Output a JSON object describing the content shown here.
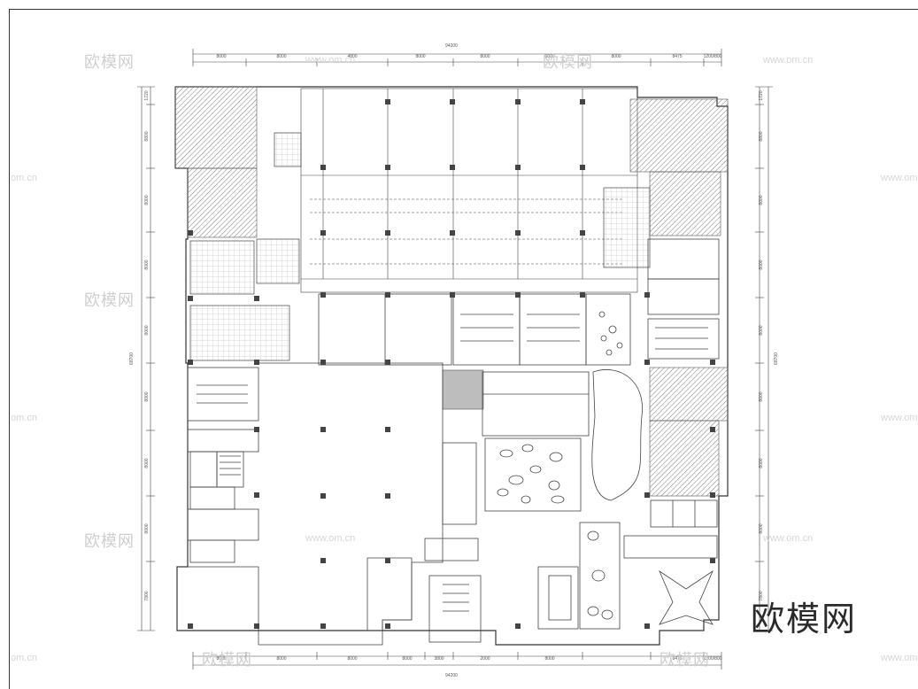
{
  "brand": {
    "name": "欧模网"
  },
  "watermark": {
    "logo_text": "欧模网",
    "url_text": "www.om.cn",
    "url_fragment": "om.cn"
  },
  "dimensions": {
    "top_total": "94200",
    "top_segments": [
      "8000",
      "8000",
      "4800",
      "8000",
      "8000",
      "8000",
      "8000",
      "8475",
      "1200/800"
    ],
    "bottom_total": "94200",
    "bottom_segments": [
      "8000",
      "8000",
      "8000",
      "8000",
      "3800",
      "2000",
      "8000",
      "8475",
      "1200/800"
    ],
    "left_total": "68700",
    "left_segments": [
      "1720",
      "8800",
      "8000",
      "8000",
      "8000",
      "8000",
      "8000",
      "8000",
      "7800"
    ],
    "right_total": "68700",
    "right_segments": [
      "1720",
      "8800",
      "8000",
      "8000",
      "8000",
      "8000",
      "8000",
      "8000",
      "7800"
    ]
  },
  "colors": {
    "line": "#333333",
    "hatch": "#888888",
    "grid": "#999999",
    "watermark": "#cfcfcf"
  }
}
